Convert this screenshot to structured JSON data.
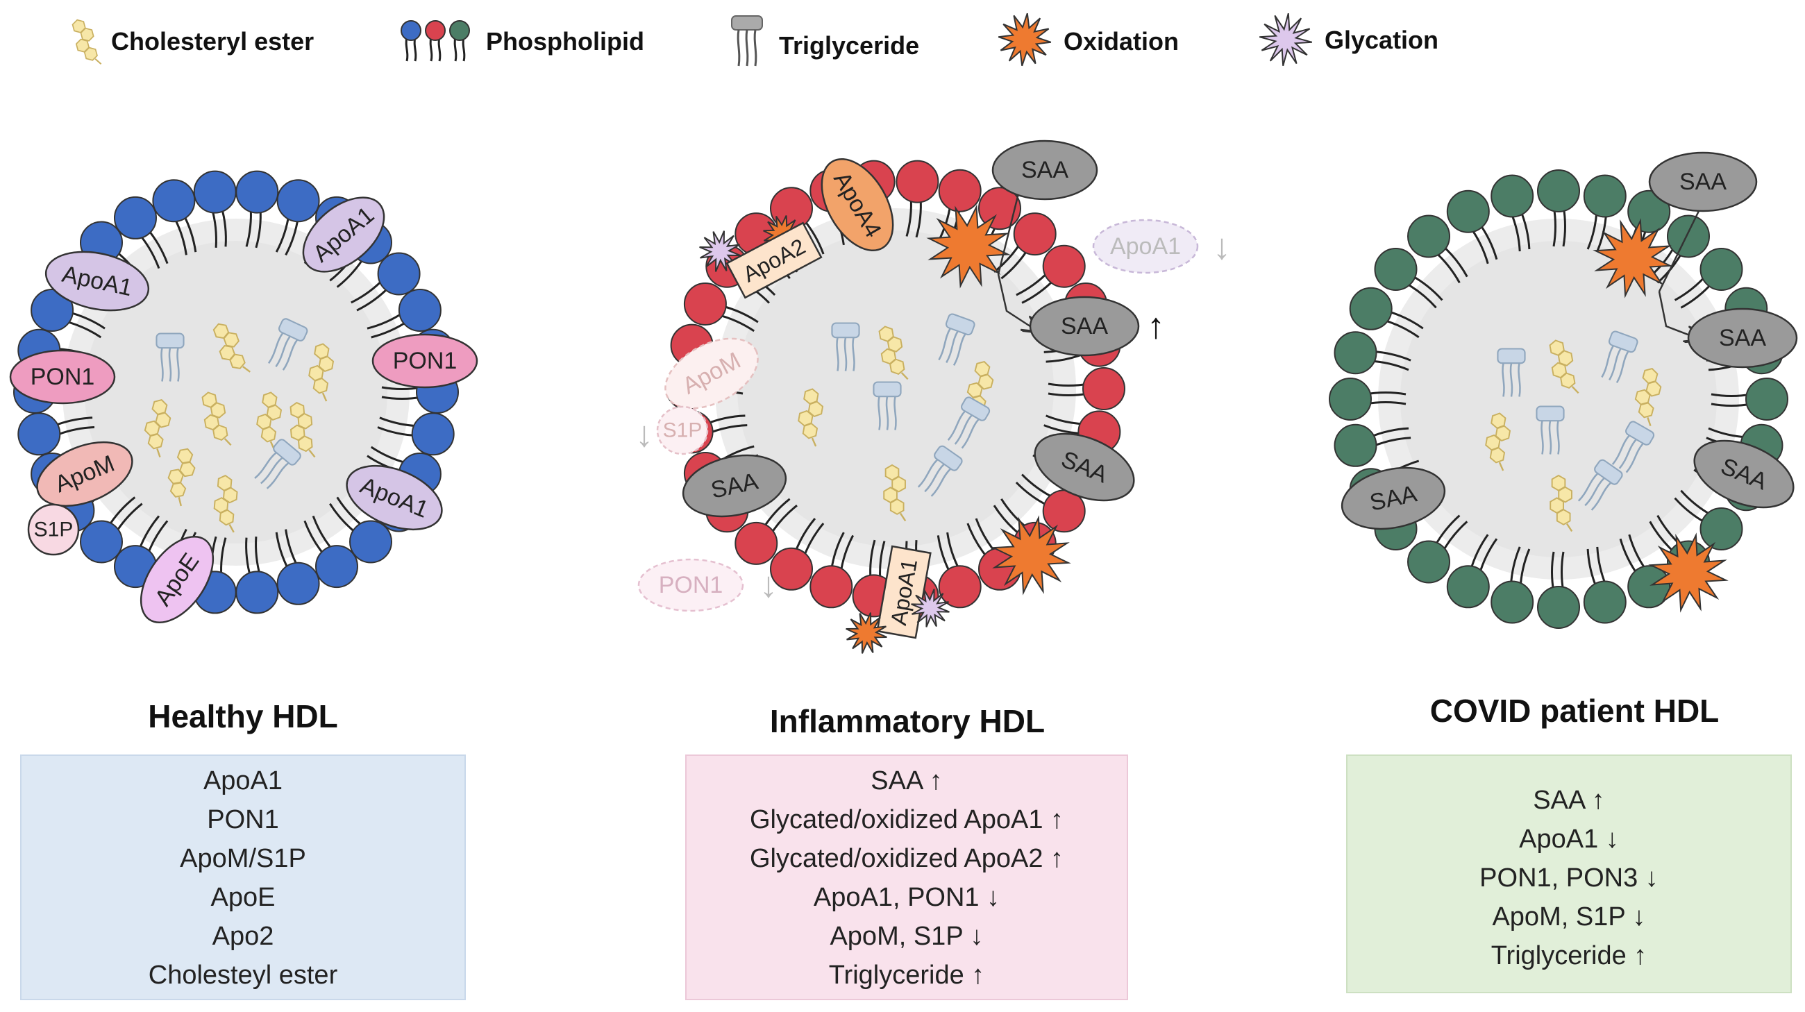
{
  "legend": {
    "cholesteryl_ester": "Cholesteryl ester",
    "phospholipid": "Phospholipid",
    "triglyceride": "Triglyceride",
    "oxidation": "Oxidation",
    "glycation": "Glycation"
  },
  "colors": {
    "healthy_head": "#3d6cc4",
    "inflammatory_head": "#d9434f",
    "covid_head": "#4c7d66",
    "core": "#e5e5e5",
    "apoa1": "#d5c5e6",
    "pon1": "#ee9cc0",
    "apom": "#f1b9b6",
    "s1p": "#f8d9e3",
    "apoe": "#eec3f1",
    "apoa4": "#f2a36a",
    "apoa2": "#fde4cc",
    "saa": "#9a9a9a",
    "oxidation": "#ee7a30",
    "glycation": "#ddc8ec",
    "cholesterol": "#f7e7a8",
    "triglyceride": "#c8d6e6",
    "healthy_box": "#dde8f4",
    "inflammatory_box": "#f9e2ec",
    "covid_box": "#e1efd9"
  },
  "healthy": {
    "title": "Healthy HDL",
    "proteins": {
      "apoa1_left": "ApoA1",
      "apoa1_top": "ApoA1",
      "pon1_left": "PON1",
      "pon1_right": "PON1",
      "apom": "ApoM",
      "s1p": "S1P",
      "apoe": "ApoE",
      "apoa1_bottom": "ApoA1"
    },
    "box_lines": [
      "ApoA1",
      "PON1",
      "ApoM/S1P",
      "ApoE",
      "Apo2",
      "Cholesteyl ester"
    ]
  },
  "inflammatory": {
    "title": "Inflammatory HDL",
    "proteins": {
      "apoa4": "ApoA4",
      "apoa2": "ApoA2",
      "saa_top": "SAA",
      "saa_mid": "SAA",
      "saa_up_arrow": "↑",
      "apoa1_faded": "ApoA1",
      "apoa1_faded_arrow": "↓",
      "apom_faded": "ApoM",
      "s1p_faded": "S1P",
      "apom_arrow": "↓",
      "saa_left": "SAA",
      "saa_right": "SAA",
      "pon1_faded": "PON1",
      "pon1_arrow": "↓",
      "apoa1_bottom": "ApoA1"
    },
    "box_lines": [
      "SAA ↑",
      "Glycated/oxidized ApoA1 ↑",
      "Glycated/oxidized ApoA2 ↑",
      "ApoA1, PON1 ↓",
      "ApoM, S1P ↓",
      "Triglyceride ↑"
    ]
  },
  "covid": {
    "title": "COVID patient HDL",
    "proteins": {
      "saa_top": "SAA",
      "saa_mid": "SAA",
      "saa_left": "SAA",
      "saa_right": "SAA"
    },
    "box_lines": [
      "SAA ↑",
      "ApoA1 ↓",
      "PON1, PON3 ↓",
      "ApoM, S1P ↓",
      "Triglyceride ↑"
    ]
  }
}
